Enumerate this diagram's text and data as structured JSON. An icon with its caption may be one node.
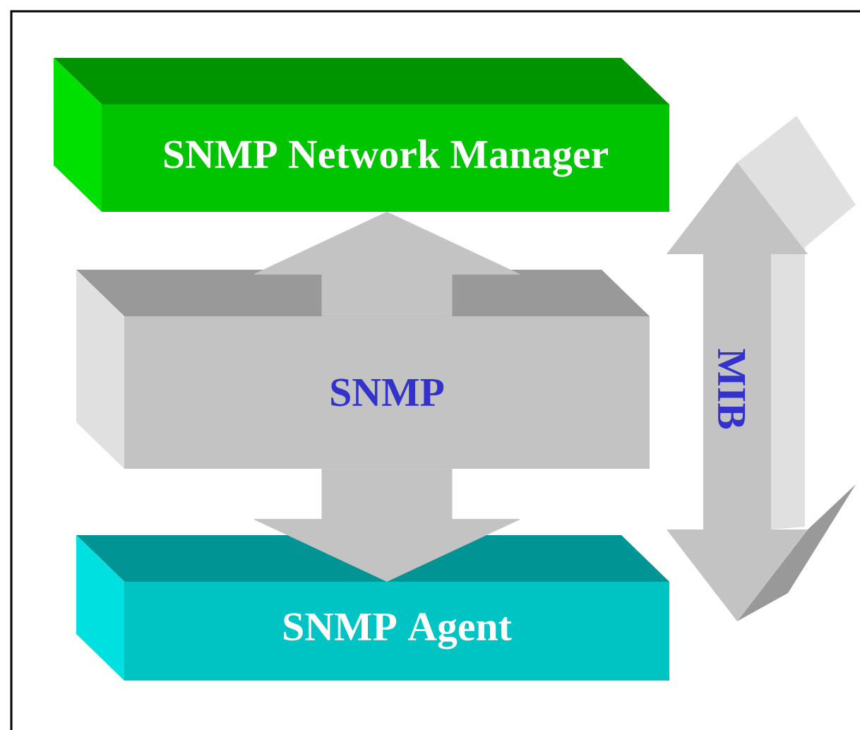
{
  "diagram": {
    "nodes": [
      {
        "text": [
          "SNMP Network Manager"
        ]
      },
      {
        "text": [
          "SNMP"
        ]
      },
      {
        "text": [
          "SNMP Agent"
        ]
      },
      {
        "text": [
          "MIB"
        ]
      }
    ],
    "edges": [
      {
        "from": 1,
        "to": 0,
        "arrow": "to"
      },
      {
        "from": 1,
        "to": 2,
        "arrow": "to"
      }
    ]
  }
}
